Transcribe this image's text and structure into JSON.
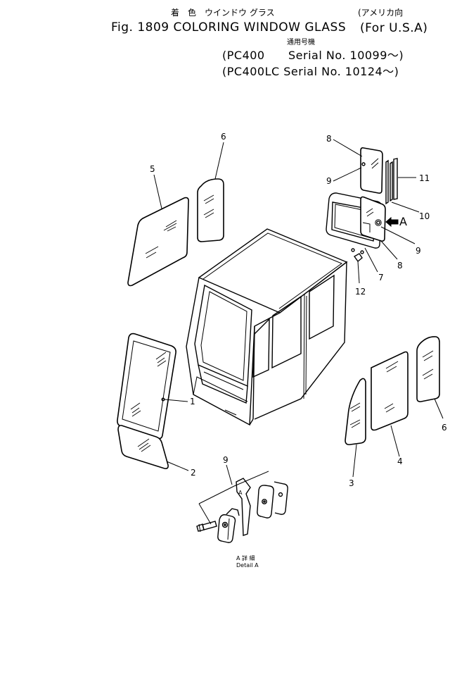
{
  "title": {
    "jp": "着　色　ウインドウ グラス",
    "en": "Fig. 1809 COLORING WINDOW GLASS",
    "market_jp": "(アメリカ向",
    "market_en": "(For U.S.A)"
  },
  "applicability": {
    "jp_label": "通用号機",
    "line1_model": "(PC400",
    "line1_serial": "Serial No. 10099～)",
    "line2": "(PC400LC Serial No. 10124～)"
  },
  "callouts": {
    "c1": "1",
    "c2": "2",
    "c3": "3",
    "c4": "4",
    "c5": "5",
    "c6a": "6",
    "c6b": "6",
    "c7": "7",
    "c8a": "8",
    "c8b": "8",
    "c9a": "9",
    "c9b": "9",
    "c9c": "9",
    "c10": "10",
    "c11": "11",
    "c12": "12"
  },
  "detail_marker": "A",
  "detail_label": {
    "jp": "A 詳 細",
    "en": "Detail A",
    "letter": "A"
  }
}
